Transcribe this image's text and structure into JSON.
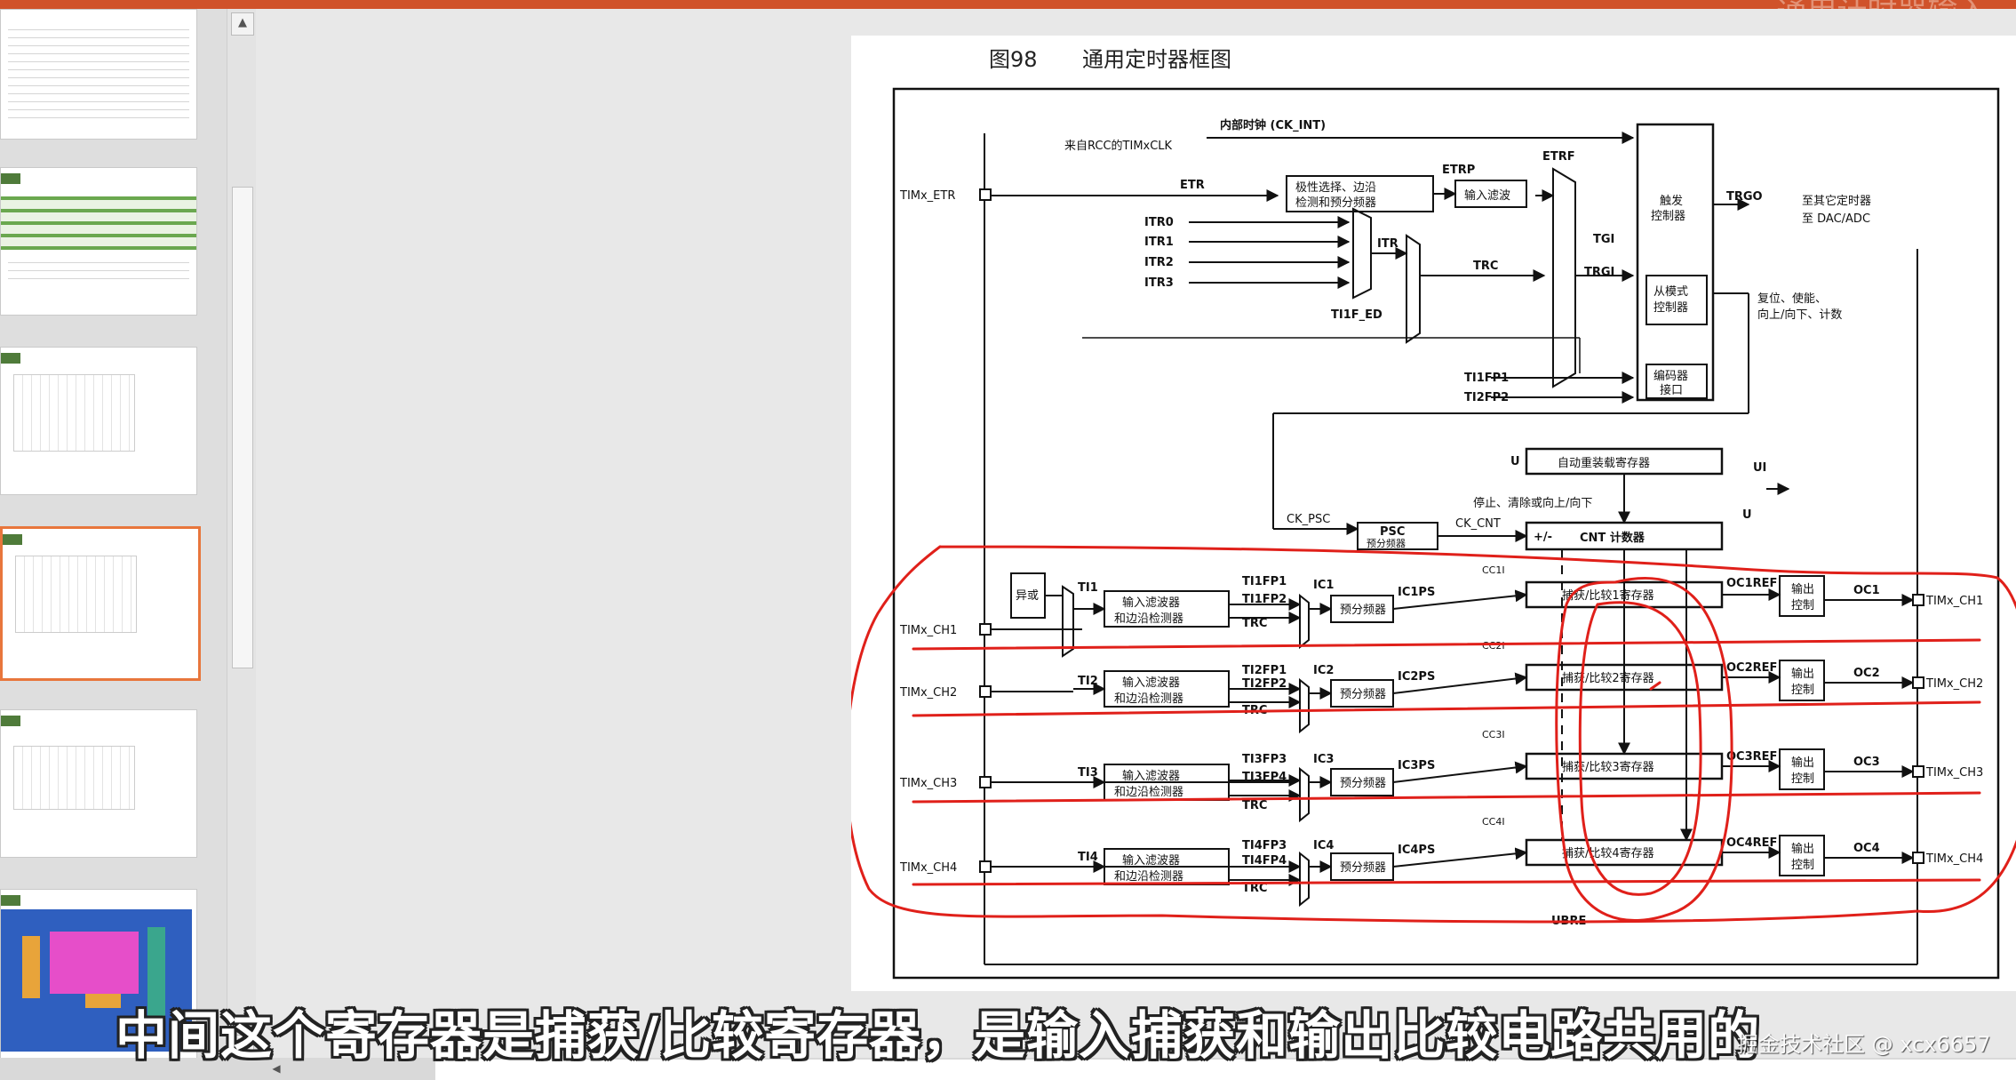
{
  "window": {
    "top_title_fragment": "通用计时器输入 ·"
  },
  "figure": {
    "number": "图98",
    "title": "通用定时器框图"
  },
  "diagram": {
    "internal_clock": "内部时钟 (CK_INT)",
    "rcc_clock": "来自RCC的TIMxCLK",
    "etr": "ETR",
    "etrp": "ETRP",
    "etrf": "ETRF",
    "itr0": "ITR0",
    "itr1": "ITR1",
    "itr2": "ITR2",
    "itr3": "ITR3",
    "itr": "ITR",
    "trc": "TRC",
    "ti1f_ed": "TI1F_ED",
    "ti1fp1": "TI1FP1",
    "ti2fp2": "TI2FP2",
    "trgi": "TRGI",
    "tgi": "TGI",
    "trgo": "TRGO",
    "to_other_timer": "至其它定时器",
    "to_dac_adc": "至 DAC/ADC",
    "polarity_block_l1": "极性选择、边沿",
    "polarity_block_l2": "检测和预分频器",
    "input_filter": "输入滤波",
    "trigger_ctrl_l1": "触发",
    "trigger_ctrl_l2": "控制器",
    "slave_ctrl_l1": "从模式",
    "slave_ctrl_l2": "控制器",
    "encoder_l1": "编码器",
    "encoder_l2": "接口",
    "reset_enable_l1": "复位、使能、",
    "reset_enable_l2": "向上/向下、计数",
    "auto_reload": "自动重装载寄存器",
    "stop_clear": "停止、清除或向上/向下",
    "ck_psc": "CK_PSC",
    "psc": "PSC",
    "prescaler": "预分频器",
    "ck_cnt": "CK_CNT",
    "cnt_sign": "+/-",
    "cnt": "CNT 计数器",
    "u": "U",
    "ui": "UI",
    "xor": "异或",
    "ubre": "UBRE",
    "tim_etr": "TIMx_ETR",
    "channels": [
      {
        "pin": "TIMx_CH1",
        "ti": "TI1",
        "fp_a": "TI1FP1",
        "fp_b": "TI1FP2",
        "ic": "IC1",
        "icps": "IC1PS",
        "cci": "CC1I",
        "reg": "捕获/比较1寄存器",
        "ref": "OC1REF",
        "oc": "OC1",
        "out_pin": "TIMx_CH1"
      },
      {
        "pin": "TIMx_CH2",
        "ti": "TI2",
        "fp_a": "TI2FP1",
        "fp_b": "TI2FP2",
        "ic": "IC2",
        "icps": "IC2PS",
        "cci": "CC2I",
        "reg": "捕获/比较2寄存器",
        "ref": "OC2REF",
        "oc": "OC2",
        "out_pin": "TIMx_CH2"
      },
      {
        "pin": "TIMx_CH3",
        "ti": "TI3",
        "fp_a": "TI3FP3",
        "fp_b": "TI3FP4",
        "ic": "IC3",
        "icps": "IC3PS",
        "cci": "CC3I",
        "reg": "捕获/比较3寄存器",
        "ref": "OC3REF",
        "oc": "OC3",
        "out_pin": "TIMx_CH3"
      },
      {
        "pin": "TIMx_CH4",
        "ti": "TI4",
        "fp_a": "TI4FP3",
        "fp_b": "TI4FP4",
        "ic": "IC4",
        "icps": "IC4PS",
        "cci": "CC4I",
        "reg": "捕获/比较4寄存器",
        "ref": "OC4REF",
        "oc": "OC4",
        "out_pin": "TIMx_CH4"
      }
    ],
    "filter_l1": "输入滤波器",
    "filter_l2": "和边沿检测器",
    "output_ctrl_l1": "输出",
    "output_ctrl_l2": "控制",
    "annotation_color": "#e0201a"
  },
  "subtitle": "中间这个寄存器是捕获/比较寄存器，是输入捕获和输出比较电路共用的",
  "watermark": "掘金技术社区 @ xcx6657",
  "colors": {
    "accent": "#d0522a",
    "active_thumb": "#e8763c"
  }
}
